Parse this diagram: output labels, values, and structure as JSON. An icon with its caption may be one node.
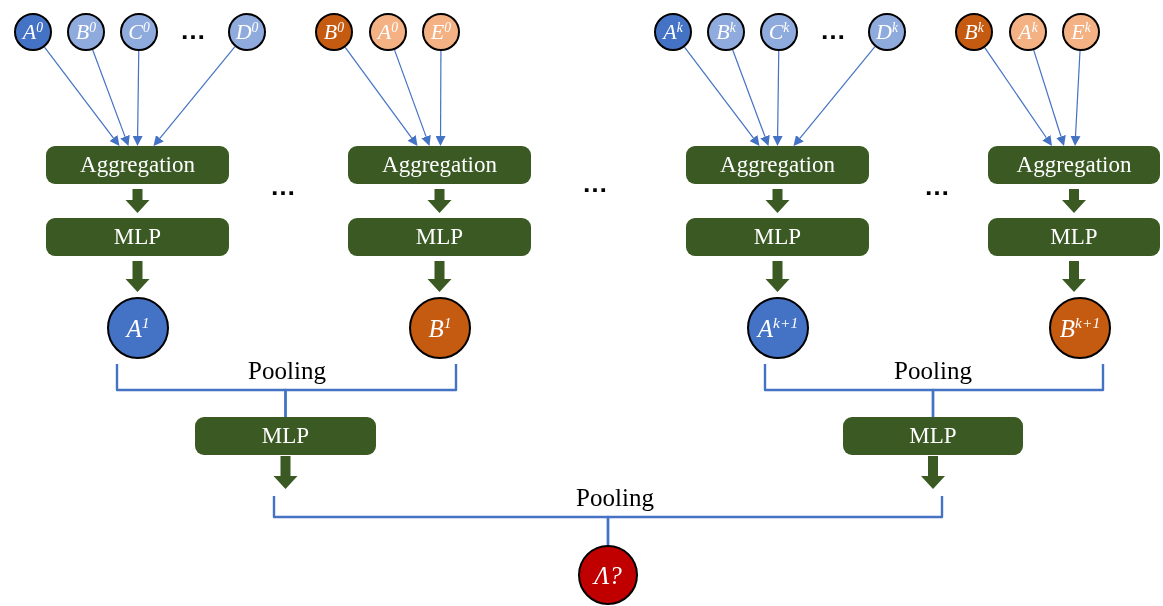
{
  "diagram": {
    "nodes": [
      {
        "text": [
          "A$^{0}$"
        ]
      },
      {
        "text": [
          "B$^{0}$"
        ]
      },
      {
        "text": [
          "C$^{0}$"
        ]
      },
      {
        "text": [
          "D$^{0}$"
        ]
      },
      {
        "text": [
          "B$^{0}$"
        ]
      },
      {
        "text": [
          "A$^{0}$"
        ]
      },
      {
        "text": [
          "E$^{0}$"
        ]
      },
      {
        "text": [
          "A$^{k}$"
        ]
      },
      {
        "text": [
          "B$^{k}$"
        ]
      },
      {
        "text": [
          "C$^{k}$"
        ]
      },
      {
        "text": [
          "D$^{k}$"
        ]
      },
      {
        "text": [
          "B$^{k}$"
        ]
      },
      {
        "text": [
          "A$^{k}$"
        ]
      },
      {
        "text": [
          "E$^{k}$"
        ]
      },
      {
        "text": [
          "Aggregation"
        ]
      },
      {
        "text": [
          "Aggregation"
        ]
      },
      {
        "text": [
          "Aggregation"
        ]
      },
      {
        "text": [
          "Aggregation"
        ]
      },
      {
        "text": [
          "MLP"
        ]
      },
      {
        "text": [
          "MLP"
        ]
      },
      {
        "text": [
          "MLP"
        ]
      },
      {
        "text": [
          "MLP"
        ]
      },
      {
        "text": [
          "A$^{1}$"
        ]
      },
      {
        "text": [
          "B$^{1}$"
        ]
      },
      {
        "text": [
          "A$^{k+1}$"
        ]
      },
      {
        "text": [
          "B$^{k+1}$"
        ]
      },
      {
        "text": [
          "MLP"
        ]
      },
      {
        "text": [
          "MLP"
        ]
      },
      {
        "text": [
          "Λ?"
        ]
      }
    ],
    "edges": [
      {
        "from": 0,
        "to": 14,
        "arrow": "to"
      },
      {
        "from": 1,
        "to": 14,
        "arrow": "to"
      },
      {
        "from": 2,
        "to": 14,
        "arrow": "to"
      },
      {
        "from": 3,
        "to": 14,
        "arrow": "to"
      },
      {
        "from": 4,
        "to": 15,
        "arrow": "to"
      },
      {
        "from": 5,
        "to": 15,
        "arrow": "to"
      },
      {
        "from": 6,
        "to": 15,
        "arrow": "to"
      },
      {
        "from": 7,
        "to": 16,
        "arrow": "to"
      },
      {
        "from": 8,
        "to": 16,
        "arrow": "to"
      },
      {
        "from": 9,
        "to": 16,
        "arrow": "to"
      },
      {
        "from": 10,
        "to": 16,
        "arrow": "to"
      },
      {
        "from": 11,
        "to": 17,
        "arrow": "to"
      },
      {
        "from": 12,
        "to": 17,
        "arrow": "to"
      },
      {
        "from": 13,
        "to": 17,
        "arrow": "to"
      },
      {
        "from": 14,
        "to": 18,
        "arrow": "to",
        "style": "thick",
        "color": "#3b5a23"
      },
      {
        "from": 15,
        "to": 19,
        "arrow": "to",
        "style": "thick",
        "color": "#3b5a23"
      },
      {
        "from": 16,
        "to": 20,
        "arrow": "to",
        "style": "thick",
        "color": "#3b5a23"
      },
      {
        "from": 17,
        "to": 21,
        "arrow": "to",
        "style": "thick",
        "color": "#3b5a23"
      },
      {
        "from": 18,
        "to": 22,
        "arrow": "to",
        "style": "thick",
        "color": "#3b5a23"
      },
      {
        "from": 19,
        "to": 23,
        "arrow": "to",
        "style": "thick",
        "color": "#3b5a23"
      },
      {
        "from": 20,
        "to": 24,
        "arrow": "to",
        "style": "thick",
        "color": "#3b5a23"
      },
      {
        "from": 21,
        "to": 25,
        "arrow": "to",
        "style": "thick",
        "color": "#3b5a23"
      },
      {
        "from": 22,
        "to": 26,
        "arrow": "none",
        "label": "Pooling"
      },
      {
        "from": 23,
        "to": 26,
        "arrow": "none"
      },
      {
        "from": 24,
        "to": 27,
        "arrow": "none",
        "label": "Pooling"
      },
      {
        "from": 25,
        "to": 27,
        "arrow": "none"
      },
      {
        "from": 26,
        "to": null,
        "arrow": "to",
        "style": "thick",
        "color": "#3b5a23"
      },
      {
        "from": 27,
        "to": null,
        "arrow": "to",
        "style": "thick",
        "color": "#3b5a23"
      },
      {
        "from": null,
        "to": 28,
        "arrow": "none",
        "label": "Pooling"
      },
      {
        "from": null,
        "to": 28,
        "arrow": "none"
      }
    ],
    "labels": [
      "…",
      "…",
      "…",
      "…",
      "…"
    ]
  }
}
